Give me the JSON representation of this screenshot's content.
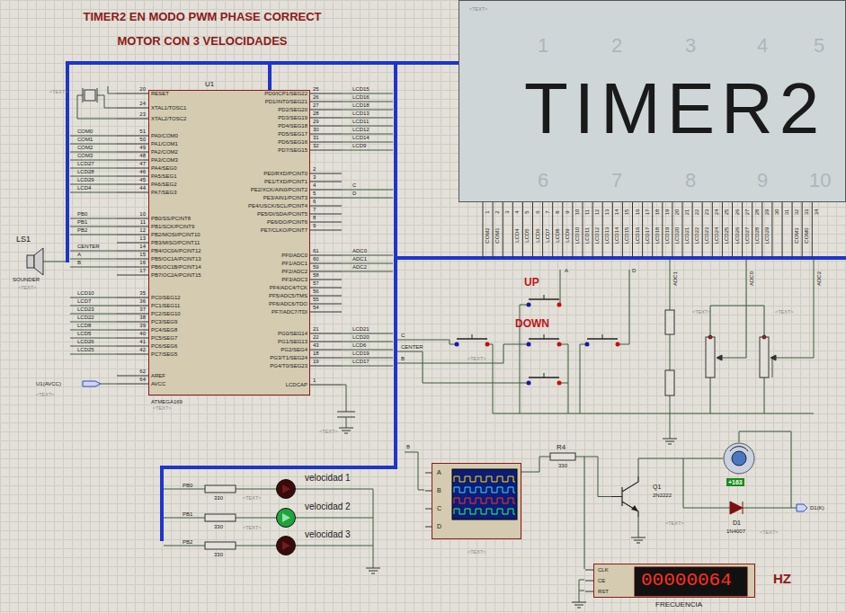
{
  "diagram": {
    "title": "TIMER2 EN MODO PWM PHASE CORRECT MOTOR CON 3 VELOCIDADES",
    "nodes": [
      {
        "text": [
          "U1",
          "ATMEGA169"
        ]
      },
      {
        "text": [
          "TIMER2"
        ]
      },
      {
        "text": [
          "velocidad 1"
        ]
      },
      {
        "text": [
          "velocidad 2"
        ]
      },
      {
        "text": [
          "velocidad 3"
        ]
      },
      {
        "text": [
          "A",
          "B",
          "C",
          "D"
        ]
      },
      {
        "text": [
          "CLK",
          "CE",
          "RST",
          "00000064",
          "FRECUENCIA"
        ]
      },
      {
        "text": [
          "+163"
        ]
      },
      {
        "text": [
          "Q1",
          "2N2222"
        ]
      },
      {
        "text": [
          "UP"
        ]
      },
      {
        "text": [
          "DOWN"
        ]
      }
    ],
    "edges": [
      {
        "from": 0,
        "to": 1,
        "arrow": "none"
      },
      {
        "from": 5,
        "to": 8,
        "arrow": "none"
      },
      {
        "from": 8,
        "to": 7,
        "arrow": "none"
      }
    ],
    "labels": [
      "20",
      "24",
      "23",
      "51",
      "50",
      "49",
      "48",
      "47",
      "46",
      "45",
      "44",
      "10",
      "11",
      "12",
      "13",
      "14",
      "15",
      "16",
      "17",
      "35",
      "36",
      "37",
      "38",
      "39",
      "40",
      "41",
      "42",
      "62",
      "64",
      "RESET",
      "XTAL1/TOSC1",
      "XTAL2/TOSC2",
      "PA0/COM0",
      "PA1/COM1",
      "PA2/COM2",
      "PA3/COM3",
      "PA4/SEG0",
      "PA5/SEG1",
      "PA6/SEG2",
      "PA7/SEG3",
      "PB0/SS/PCINT8",
      "PB1/SCK/PCINT9",
      "PB2/MOSI/PCINT10",
      "PB3/MISO/PCINT11",
      "PB4/OC0A/PCINT12",
      "PB5/OC1A/PCINT13",
      "PB6/OC1B/PCINT14",
      "PB7/OC2A/PCINT15",
      "PC0/SEG12",
      "PC1/SEG11",
      "PC2/SEG10",
      "PC3/SEG9",
      "PC4/SEG8",
      "PC5/SEG7",
      "PC6/SEG6",
      "PC7/SEG5",
      "AREF",
      "AVCC",
      "25",
      "26",
      "27",
      "28",
      "29",
      "30",
      "31",
      "32",
      "2",
      "3",
      "4",
      "5",
      "6",
      "7",
      "8",
      "9",
      "61",
      "60",
      "59",
      "58",
      "57",
      "56",
      "55",
      "54",
      "21",
      "22",
      "43",
      "18",
      "19",
      "1",
      "PD0/ICP1/SEG22",
      "PD1/INT0/SEG21",
      "PD2/SEG20",
      "PD3/SEG19",
      "PD4/SEG18",
      "PD5/SEG17",
      "PD6/SEG16",
      "PD7/SEG15",
      "PE0/RXD/PCINT0",
      "PE1/TXD/PCINT1",
      "PE2/XCK/AIN0/PCINT2",
      "PE3/AIN1/PCINT3",
      "PE4/USCK/SCL/PCINT4",
      "PE5/DI/SDA/PCINT5",
      "PE6/DO/PCINT6",
      "PE7/CLKO/PCINT7",
      "PF0/ADC0",
      "PF1/ADC1",
      "PF2/ADC2",
      "PF3/ADC3",
      "PF4/ADC4/TCK",
      "PF5/ADC5/TMS",
      "PF6/ADC6/TDO",
      "PF7/ADC7/TDI",
      "PG0/SEG14",
      "PG1/SEG13",
      "PG2/SEG4",
      "PG3/T1/SEG24",
      "PG4/T0/SEG23",
      "LCDCAP",
      "COM0",
      "COM1",
      "COM2",
      "COM3",
      "LCD27",
      "LCD28",
      "LCD29",
      "LCD4",
      "PB0",
      "PB1",
      "PB2",
      "CENTER",
      "A",
      "B",
      "LCD10",
      "LCD7",
      "LCD23",
      "LCD22",
      "LCD8",
      "LCD5",
      "LCD26",
      "LCD25",
      "LCD15",
      "LCD16",
      "LCD18",
      "LCD13",
      "LCD11",
      "LCD12",
      "LCD14",
      "LCD9",
      "C",
      "D",
      "ADC0",
      "ADC1",
      "ADC2",
      "LCD21",
      "LCD20",
      "LCD6",
      "LCD19",
      "LCD17",
      "1",
      "2",
      "3",
      "4",
      "5",
      "6",
      "7",
      "8",
      "9",
      "10",
      "11",
      "12",
      "13",
      "14",
      "15",
      "16",
      "17",
      "18",
      "19",
      "20",
      "21",
      "22",
      "23",
      "24",
      "25",
      "26",
      "27",
      "28",
      "29",
      "30",
      "31",
      "32",
      "33",
      "34",
      "COM2",
      "COM1",
      "LCD4",
      "LCD5",
      "LCD6",
      "LCD7",
      "LCD8",
      "LCD9",
      "LCD10",
      "LCD11",
      "LCD12",
      "LCD13",
      "LCD14",
      "LCD15",
      "LCD16",
      "LCD17",
      "LCD18",
      "LCD19",
      "LCD20",
      "LCD21",
      "LCD22",
      "LCD23",
      "LCD24",
      "LCD25",
      "LCD26",
      "LCD27",
      "LCD28",
      "LCD29",
      "COM3",
      "COM0",
      "1",
      "2",
      "3",
      "4",
      "5",
      "6",
      "7",
      "8",
      "9",
      "10",
      "LS1",
      "SOUNDER",
      "U1(AVCC)",
      "PB0",
      "PB1",
      "PB2",
      "330",
      "330",
      "330",
      "C",
      "CENTER",
      "B",
      "A",
      "D",
      "ADC1",
      "ADC0",
      "ADC2",
      "B",
      "R4",
      "330",
      "D1",
      "1N4007",
      "D1(K)",
      "HZ",
      "<TEXT>",
      "<TEXT>",
      "<TEXT>",
      "<TEXT>",
      "<TEXT>",
      "<TEXT>",
      "<TEXT>",
      "<TEXT>",
      "<TEXT>",
      "<TEXT>",
      "<TEXT>",
      "<TEXT>",
      "<TEXT>",
      "<TEXT>"
    ]
  }
}
